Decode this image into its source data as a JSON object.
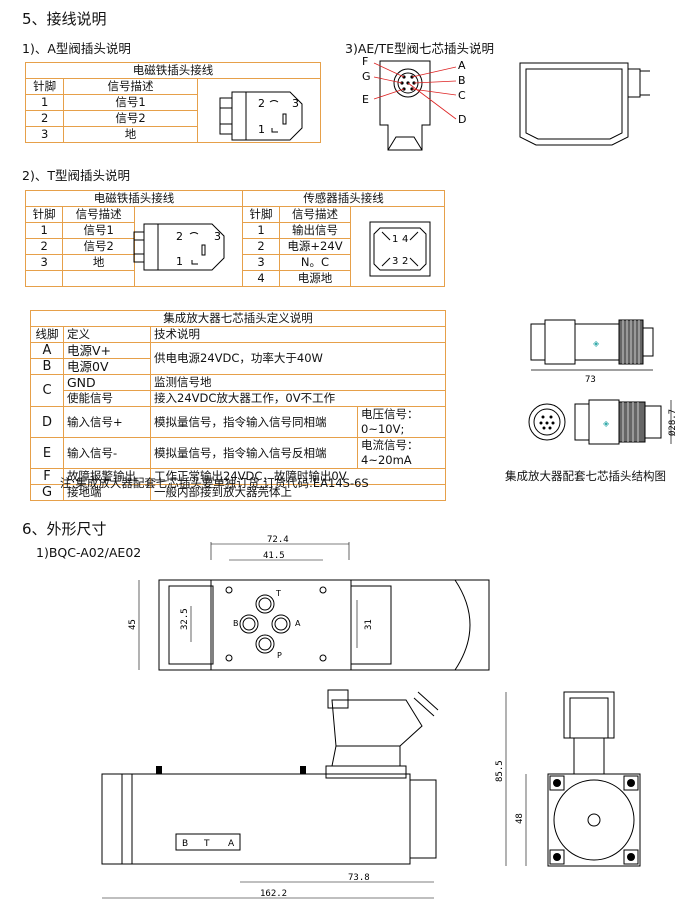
{
  "sec5": {
    "title": "5、接线说明"
  },
  "a_valve": {
    "title": "1)、A型阀插头说明",
    "table_title": "电磁铁插头接线",
    "headers": [
      "针脚",
      "信号描述"
    ],
    "rows": [
      [
        "1",
        "信号1"
      ],
      [
        "2",
        "信号2"
      ],
      [
        "3",
        "地"
      ]
    ],
    "diagram": {
      "p1": "1",
      "p2": "2",
      "p3": "3"
    }
  },
  "ae_valve": {
    "title": "3)AE/TE型阀七芯插头说明",
    "labels": {
      "f": "F",
      "g": "G",
      "e": "E",
      "a": "A",
      "b": "B",
      "c": "C",
      "d": "D"
    }
  },
  "t_valve": {
    "title": "2)、T型阀插头说明",
    "sol_title": "电磁铁插头接线",
    "sensor_title": "传感器插头接线",
    "headers": [
      "针脚",
      "信号描述"
    ],
    "sol_rows": [
      [
        "1",
        "信号1"
      ],
      [
        "2",
        "信号2"
      ],
      [
        "3",
        "地"
      ]
    ],
    "sensor_rows": [
      [
        "1",
        "输出信号"
      ],
      [
        "2",
        "电源+24V"
      ],
      [
        "3",
        "N。C"
      ],
      [
        "4",
        "电源地"
      ]
    ],
    "sol_diagram": {
      "p1": "1",
      "p2": "2",
      "p3": "3"
    },
    "sensor_diagram": {
      "p1": "1",
      "p2": "2",
      "p3": "3",
      "p4": "4"
    }
  },
  "amp": {
    "table_title": "集成放大器七芯插头定义说明",
    "headers": [
      "线脚",
      "定义",
      "技术说明"
    ],
    "pins": {
      "a": "A",
      "b": "B",
      "c": "C",
      "d": "D",
      "e": "E",
      "f": "F",
      "g": "G"
    },
    "defs": {
      "a": "电源V+",
      "b": "电源0V",
      "c1": "GND",
      "c2": "使能信号",
      "d": "输入信号+",
      "e": "输入信号-",
      "f": "故障报警输出",
      "g": "接地端"
    },
    "notes": {
      "ab": "供电电源24VDC，功率大于40W",
      "c1": "监测信号地",
      "c2": "接入24VDC放大器工作，0V不工作",
      "d": "模拟量信号，指令输入信号同相端",
      "d2": "电压信号：0~10V;",
      "e": "模拟量信号，指令输入信号反相端",
      "e2": "电流信号：4~20mA",
      "f": "工作正常输出24VDC，故障时输出0V",
      "g": "一般内部接到放大器壳体上"
    },
    "footnote": "注:集成放大器配套七芯插头要单独订货,订货代码:EA14S-6S",
    "connector_caption": "集成放大器配套七芯插头结构图",
    "dim_length": "73",
    "dim_dia": "Ø28.7"
  },
  "sec6": {
    "title": "6、外形尺寸",
    "model": "1)BQC-A02/AE02"
  },
  "dims": {
    "w724": "72.4",
    "w415": "41.5",
    "h45": "45",
    "h325": "32.5",
    "h31": "31",
    "ports": {
      "t": "T",
      "a": "A",
      "b": "B",
      "p": "P"
    },
    "bta": {
      "b": "B",
      "t": "T",
      "a": "A"
    },
    "l738": "73.8",
    "l1622": "162.2",
    "h855": "85.5",
    "h48": "48"
  }
}
